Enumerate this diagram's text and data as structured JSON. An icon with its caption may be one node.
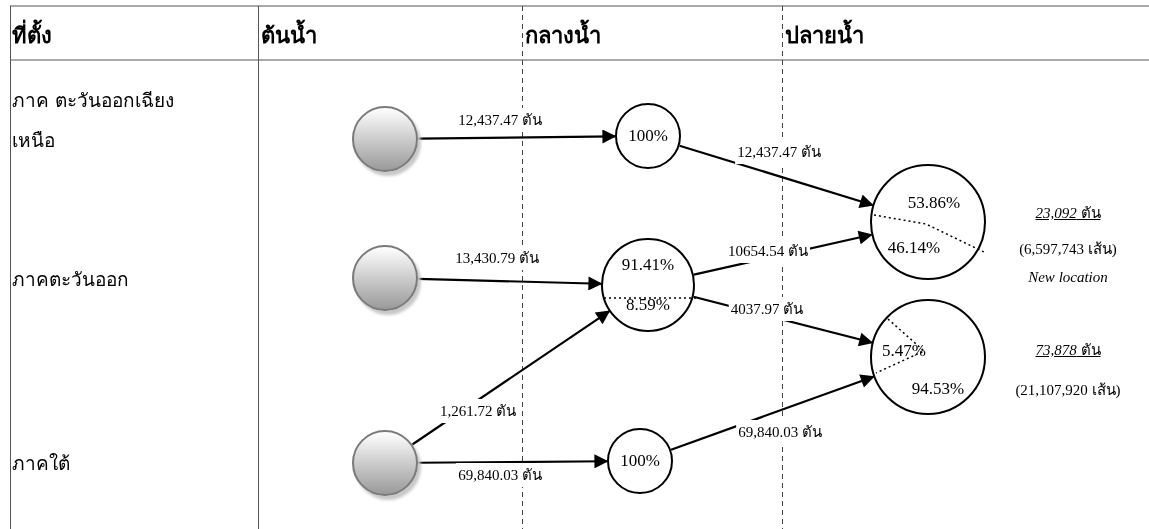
{
  "diagram": {
    "nodes": [
      {
        "text": [],
        "shape": "circle"
      },
      {
        "text": [],
        "shape": "circle"
      },
      {
        "text": [],
        "shape": "circle"
      },
      {
        "text": [
          "100%"
        ]
      },
      {
        "text": [
          "91.41%",
          "8.59%"
        ]
      },
      {
        "text": [
          "100%"
        ]
      },
      {
        "text": [
          "53.86%",
          "46.14%"
        ],
        "beside": [
          "*23,092* ตัน",
          "(6,597,743 เส้น)",
          "New location"
        ]
      },
      {
        "text": [
          "5.47%",
          "94.53%"
        ],
        "beside": [
          "*73,878* ตัน",
          "(21,107,920 เส้น)"
        ]
      }
    ],
    "edges": [
      {
        "from": 0,
        "to": 3,
        "arrow": "to",
        "label": "12,437.47 ตัน"
      },
      {
        "from": 1,
        "to": 4,
        "arrow": "to",
        "label": "13,430.79 ตัน"
      },
      {
        "from": 2,
        "to": 4,
        "arrow": "to",
        "label": "1,261.72 ตัน"
      },
      {
        "from": 2,
        "to": 5,
        "arrow": "to",
        "label": "69,840.03 ตัน"
      },
      {
        "from": 3,
        "to": 6,
        "arrow": "to",
        "label": "12,437.47 ตัน"
      },
      {
        "from": 4,
        "to": 6,
        "arrow": "to",
        "label": "10654.54 ตัน"
      },
      {
        "from": 4,
        "to": 7,
        "arrow": "to",
        "label": "4037.97 ตัน"
      },
      {
        "from": 5,
        "to": 7,
        "arrow": "to",
        "label": "69,840.03 ตัน"
      }
    ],
    "labels": [
      "ที่ตั้ง",
      "ต้นน้ำ",
      "กลางน้ำ",
      "ปลายน้ำ",
      "ภาค ตะวันออกเฉียงเหนือ",
      "ภาคตะวันออก",
      "ภาคใต้"
    ]
  }
}
